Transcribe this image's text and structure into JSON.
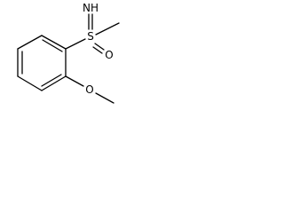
{
  "molecule": {
    "atoms": {
      "imino_label": "NH",
      "sulfur_label": "S",
      "oxo_label": "O",
      "ether_oxygen_label": "O"
    }
  },
  "colors": {
    "bond": "#000000",
    "label": "#000000",
    "background": "#ffffff"
  }
}
